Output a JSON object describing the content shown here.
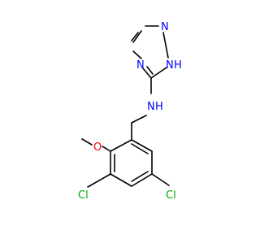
{
  "molecule": {
    "atom_labels": {
      "triazole_n_top": "N",
      "triazole_nh_n": "N",
      "triazole_nh_h": "H",
      "triazole_n_left": "N",
      "amine_n": "N",
      "amine_h": "H",
      "methoxy_o": "O",
      "chlorine_left": "Cl",
      "chlorine_right": "Cl"
    },
    "colors": {
      "nitrogen": "#0000ff",
      "oxygen": "#ff0000",
      "chlorine": "#00aa00",
      "carbon_bond": "#000000"
    }
  }
}
